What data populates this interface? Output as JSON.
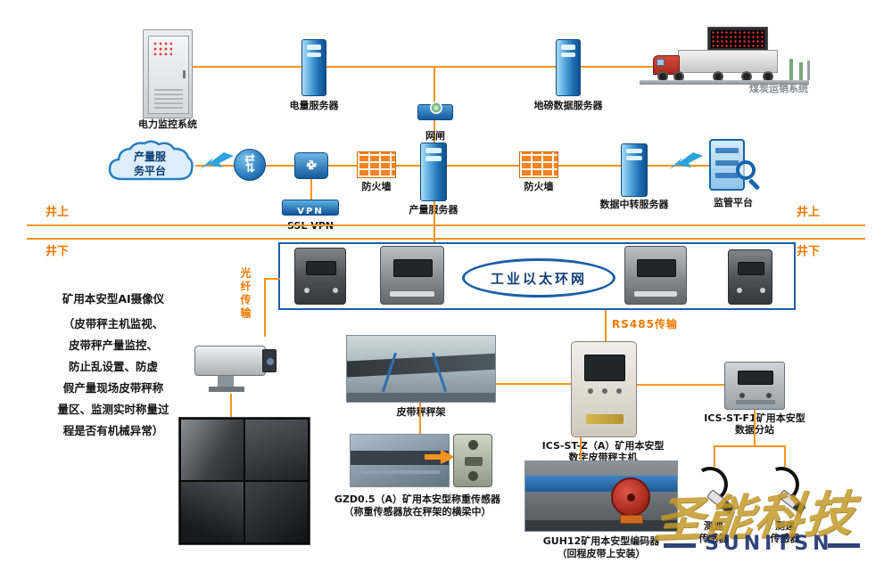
{
  "surface": {
    "power_monitor": "电力监控系统",
    "power_server": "电量服务器",
    "gateway": "网闸",
    "weighbridge_server": "地磅数据服务器",
    "coal_sales": "煤炭运销系统",
    "cloud": "产量服务平台",
    "firewall": "防火墙",
    "production_server": "产量服务器",
    "relay_server": "数据中转服务器",
    "supervision": "监管平台",
    "vpn": "VPN",
    "ssl_vpn": "SSL VPN"
  },
  "divider": {
    "surface": "井上",
    "underground": "井下"
  },
  "underground": {
    "ring": "工业以太环网",
    "fiber": "光纤传输",
    "rs485": "RS485传输",
    "camera_title": "矿用本安型AI摄像仪",
    "camera_desc": "（皮带秤主机监视、\n皮带秤产量监控、\n防止乱设置、防虚\n假产量现场皮带秤称\n量区、监测实时称量过\n程是否有机械异常）",
    "belt_frame": "皮带秤秤架",
    "host_line1": "ICS-ST-Z（A）矿用本安型",
    "host_line2": "数字皮带秤主机",
    "substation_line1": "ICS-ST-F1矿用本安型",
    "substation_line2": "数据分站",
    "load_line1": "GZD0.5（A）矿用本安型称重传感器",
    "load_line2": "（称重传感器放在秤架的横梁中）",
    "encoder_line1": "GUH12矿用本安型编码器",
    "encoder_line2": "（回程皮带上安装）",
    "speed_sensor": "测速\n传感器"
  },
  "icons": {
    "exchange_arrows": "⇄"
  },
  "watermark": {
    "cn": "圣能科技",
    "en": "SUNITSN"
  },
  "colors": {
    "line_orange": "#f7941d",
    "accent_blue": "#1565ad",
    "box_border": "#1a5fa8"
  }
}
